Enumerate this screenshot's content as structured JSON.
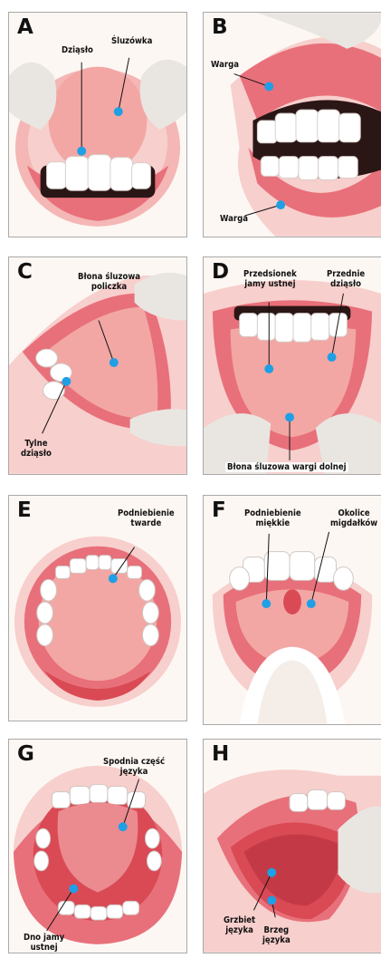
{
  "colors": {
    "dot": "#1f9fe6",
    "lip": "#e8707a",
    "mucosa": "#f2a7a4",
    "deep": "#d94a55",
    "tooth": "#ffffff",
    "glove": "#e9e6e2"
  },
  "panels": [
    {
      "letter": "A",
      "labels": [
        "Dziąsło",
        "Śluzówka"
      ]
    },
    {
      "letter": "B",
      "labels": [
        "Warga",
        "Warga"
      ]
    },
    {
      "letter": "C",
      "labels": [
        "Błona śluzowa\npoliczka",
        "Tylne\ndziąsło"
      ]
    },
    {
      "letter": "D",
      "labels": [
        "Przedsionek\njamy ustnej",
        "Przednie\ndziąsło",
        "Błona śluzowa wargi dolnej"
      ]
    },
    {
      "letter": "E",
      "labels": [
        "Podniebienie\ntwarde"
      ]
    },
    {
      "letter": "F",
      "labels": [
        "Podniebienie\nmiękkie",
        "Okolice\nmigdałków"
      ]
    },
    {
      "letter": "G",
      "labels": [
        "Spodnia część\njęzyka",
        "Dno jamy\nustnej"
      ]
    },
    {
      "letter": "H",
      "labels": [
        "Grzbiet\njęzyka",
        "Brzeg\njęzyka"
      ]
    }
  ]
}
